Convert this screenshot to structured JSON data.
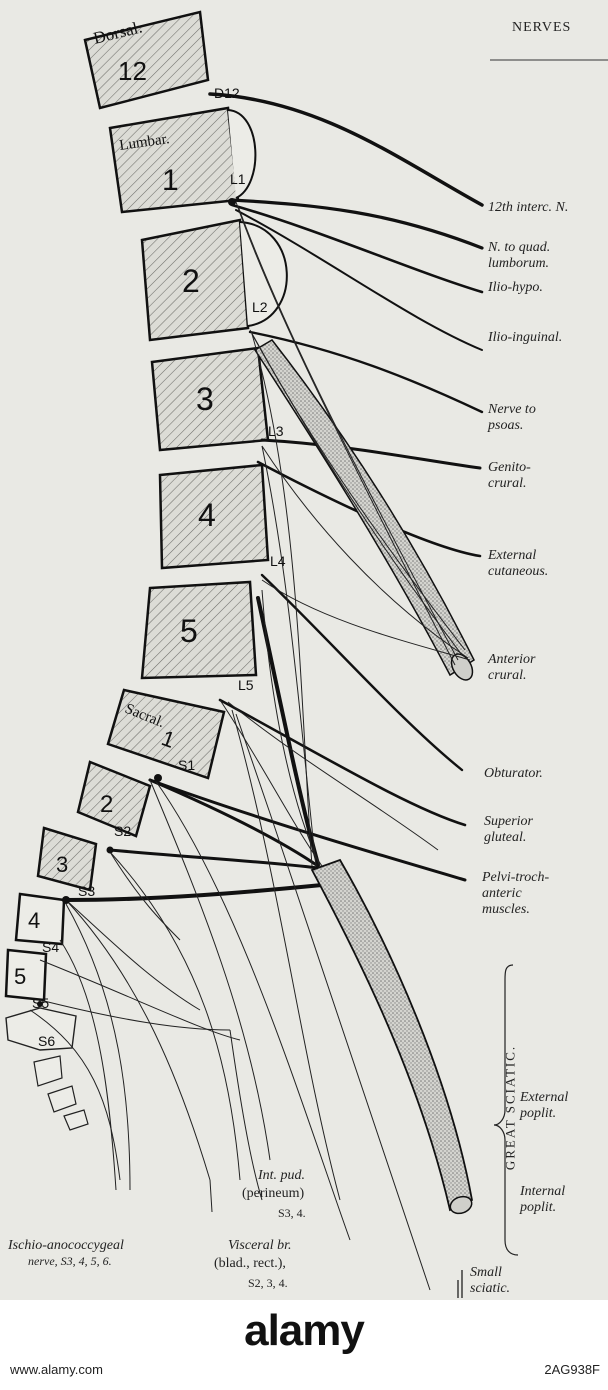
{
  "header": {
    "running_title": "NERVES"
  },
  "vertebrae": {
    "dorsal": {
      "region": "Dorsal.",
      "number": "12"
    },
    "lumbar": [
      {
        "region": "Lumbar.",
        "number": "1"
      },
      {
        "region": "",
        "number": "2"
      },
      {
        "region": "",
        "number": "3"
      },
      {
        "region": "",
        "number": "4"
      },
      {
        "region": "",
        "number": "5"
      }
    ],
    "sacral": [
      {
        "region": "Sacral.",
        "number": "1"
      },
      {
        "region": "",
        "number": "2"
      },
      {
        "region": "",
        "number": "3"
      },
      {
        "region": "",
        "number": "4"
      },
      {
        "region": "",
        "number": "5"
      }
    ]
  },
  "roots": [
    "D12",
    "L1",
    "L2",
    "L3",
    "L4",
    "L5",
    "S1",
    "S2",
    "S3",
    "S4",
    "S5",
    "S6"
  ],
  "nerve_labels": {
    "interc": "12th interc. N.",
    "quad_1": "N. to quad.",
    "quad_2": "lumborum.",
    "ilio_hypo": "Ilio-hypo.",
    "ilio_inguinal": "Ilio-inguinal.",
    "psoas_1": "Nerve to",
    "psoas_2": "psoas.",
    "genito_1": "Genito-",
    "genito_2": "crural.",
    "ext_cut_1": "External",
    "ext_cut_2": "cutaneous.",
    "ant_crural_1": "Anterior",
    "ant_crural_2": "crural.",
    "obturator": "Obturator.",
    "sup_gluteal_1": "Superior",
    "sup_gluteal_2": "gluteal.",
    "pelvi_1": "Pelvi-troch-",
    "pelvi_2": "anteric",
    "pelvi_3": "muscles.",
    "great_sciatic": "GREAT SCIATIC.",
    "ext_poplit_1": "External",
    "ext_poplit_2": "poplit.",
    "int_poplit_1": "Internal",
    "int_poplit_2": "poplit.",
    "small_sciatic_1": "Small",
    "small_sciatic_2": "sciatic.",
    "int_pud_1": "Int. pud.",
    "int_pud_2": "(perineum)",
    "int_pud_3": "S3, 4.",
    "ischio_1": "Ischio-anococcygeal",
    "ischio_2": "nerve, S3, 4, 5, 6.",
    "visceral_1": "Visceral br.",
    "visceral_2": "(blad., rect.),",
    "visceral_3": "S2, 3, 4."
  },
  "watermark": {
    "brand": "alamy",
    "image_id": "2AG938F",
    "site": "www.alamy.com"
  }
}
